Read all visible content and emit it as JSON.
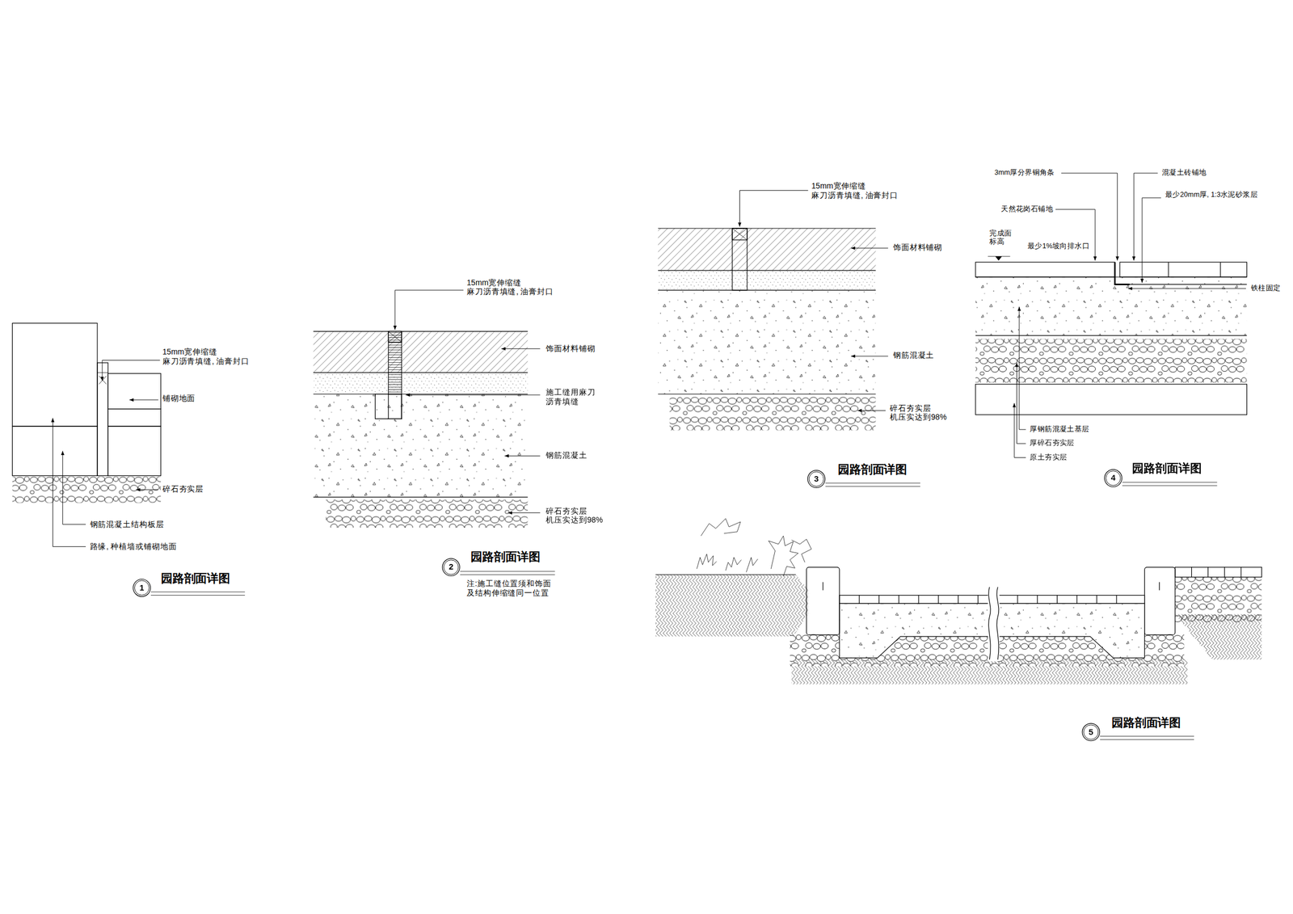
{
  "diagram": {
    "nodes": [
      {
        "text": [
          "1"
        ]
      },
      {
        "text": [
          "2"
        ]
      },
      {
        "text": [
          "3"
        ]
      },
      {
        "text": [
          "4"
        ]
      },
      {
        "text": [
          "5"
        ]
      }
    ],
    "labels": [
      "15mm宽伸缩缝 麻刀沥青填缝, 油膏封口",
      "铺砌地面",
      "碎石夯实层",
      "钢筋混凝土结构板层",
      "路缘, 种植墙或铺砌地面",
      "园路剖面详图",
      "15mm宽伸缩缝 麻刀沥青填缝, 油膏封口",
      "饰面材料铺砌",
      "施工缝用麻刀 沥青填缝",
      "钢筋混凝土",
      "碎石夯实层 机压实达到98%",
      "园路剖面详图",
      "注:施工缝位置须和饰面 及结构伸缩缝同一位置",
      "15mm宽伸缩缝 麻刀沥青填缝, 油膏封口",
      "饰面材料铺砌",
      "钢筋混凝土",
      "碎石夯实层 机压实达到98%",
      "园路剖面详图",
      "3mm厚分界铜角条",
      "混凝土砖铺地",
      "天然花岗石铺地",
      "最少20mm厚, 1:3水泥砂浆层",
      "完成面 标高",
      "最少1%坡向排水口",
      "铁柱固定",
      "厚钢筋混凝土基层",
      "厚碎石夯实层",
      "原土夯实层",
      "园路剖面详图",
      "园路剖面详图"
    ]
  }
}
